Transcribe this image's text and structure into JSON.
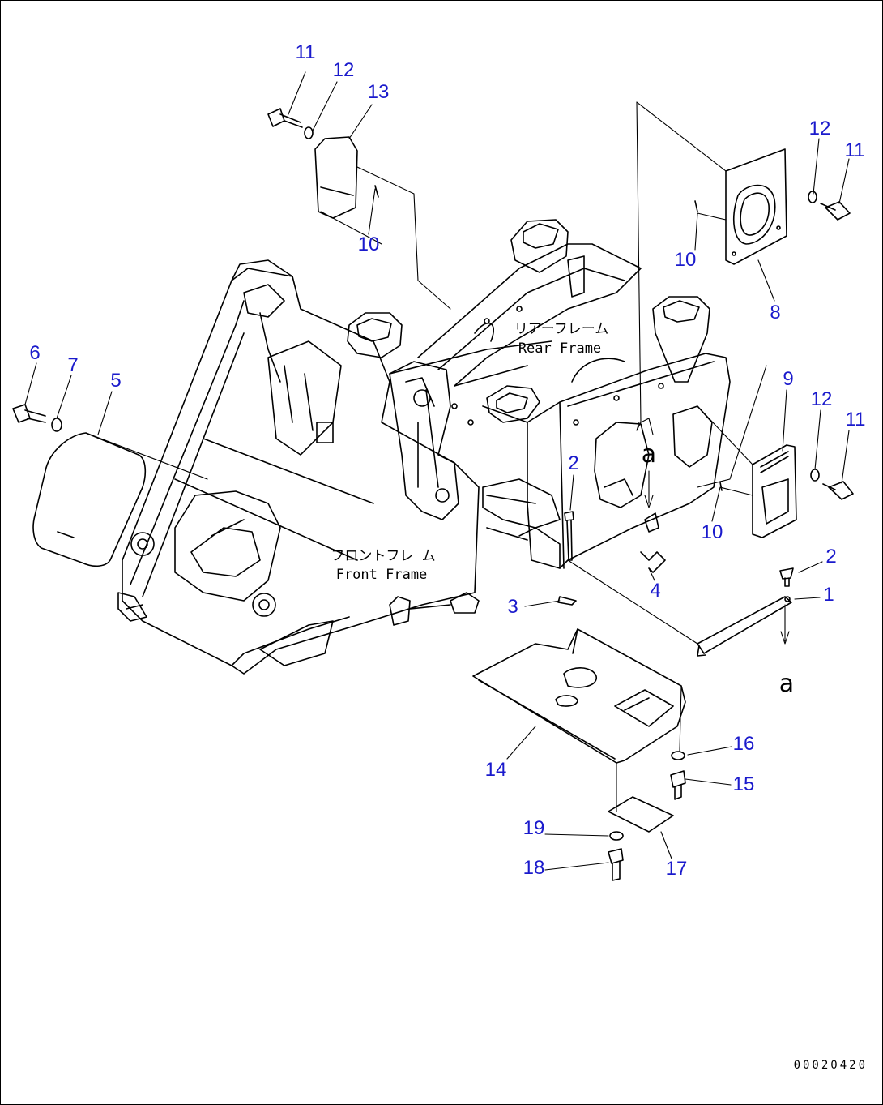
{
  "frame_labels": {
    "rear_jp": "リアーフレーム",
    "rear_en": "Rear Frame",
    "front_jp": "フロントフレ ム",
    "front_en": "Front Frame"
  },
  "ref_letter": "a",
  "drawing_code": "00020420",
  "callouts": {
    "c11a": "11",
    "c12a": "12",
    "c13": "13",
    "c10a": "10",
    "c12b": "12",
    "c11b": "11",
    "c10b": "10",
    "c8": "8",
    "c6": "6",
    "c7": "7",
    "c5": "5",
    "c9": "9",
    "c12c": "12",
    "c11c": "11",
    "c2a": "2",
    "c10c": "10",
    "c2b": "2",
    "c1": "1",
    "c3": "3",
    "c4": "4",
    "c16": "16",
    "c15": "15",
    "c14": "14",
    "c19": "19",
    "c17": "17",
    "c18": "18"
  }
}
